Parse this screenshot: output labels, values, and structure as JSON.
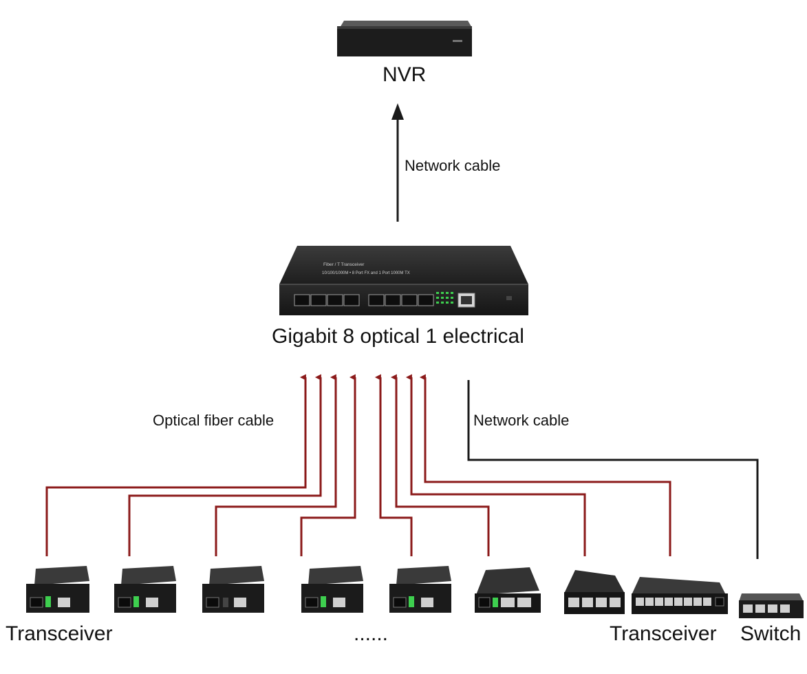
{
  "labels": {
    "nvr": "NVR",
    "uplink_cable": "Network cable",
    "center_device": "Gigabit 8 optical 1 electrical",
    "fiber_cable": "Optical fiber cable",
    "downlink_cable": "Network cable",
    "left_transceiver": "Transceiver",
    "ellipsis": "......",
    "right_transceiver": "Transceiver",
    "switch": "Switch"
  },
  "device_panel_text": {
    "line1": "Fiber / T  Transceiver",
    "line2": "10/100/1000M • 8 Port  FX  and  1 Port  1000M  TX"
  },
  "colors": {
    "fiber": "#8b1a1a",
    "network": "#1a1a1a",
    "device_body": "#2a2a2a",
    "led": "#3ecf4f"
  },
  "icons": [
    "nvr-device-icon",
    "fiber-switch-icon",
    "media-converter-icon",
    "ethernet-switch-icon"
  ]
}
